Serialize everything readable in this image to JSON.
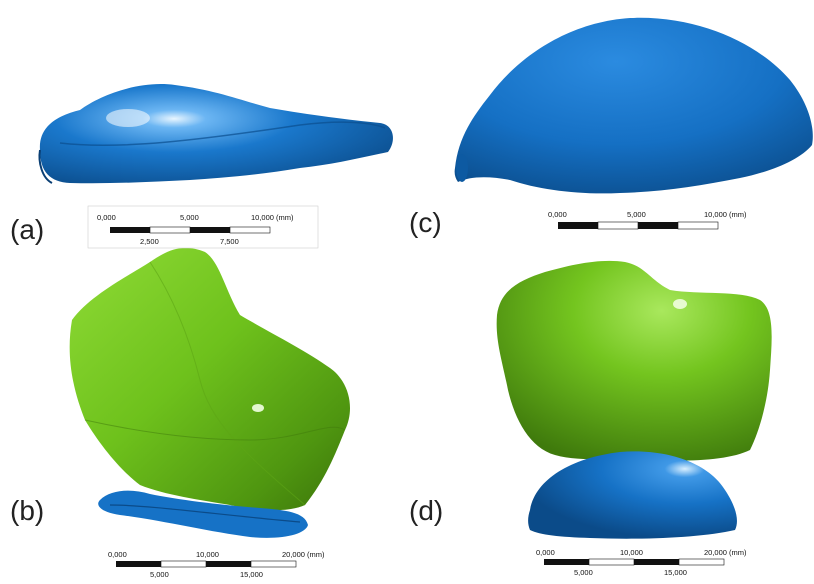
{
  "panels": {
    "a": {
      "label": "(a)"
    },
    "b": {
      "label": "(b)"
    },
    "c": {
      "label": "(c)"
    },
    "d": {
      "label": "(d)"
    }
  },
  "scalebars": {
    "a": {
      "left": "0,000",
      "mid": "5,000",
      "right": "10,000 (mm)",
      "sub1": "2,500",
      "sub2": "7,500"
    },
    "b": {
      "left": "0,000",
      "mid": "10,000",
      "right": "20,000 (mm)",
      "sub1": "5,000",
      "sub2": "15,000"
    },
    "c": {
      "left": "0,000",
      "mid": "5,000",
      "right": "10,000 (mm)"
    },
    "d": {
      "left": "0,000",
      "mid": "10,000",
      "right": "20,000 (mm)",
      "sub1": "5,000",
      "sub2": "15,000"
    }
  },
  "colors": {
    "blue": "#1673c7",
    "blue_dark": "#0c4f8f",
    "blue_light": "#4aa3ee",
    "green": "#6fc41a",
    "green_dark": "#3f7a0c",
    "green_light": "#a6e45a"
  }
}
